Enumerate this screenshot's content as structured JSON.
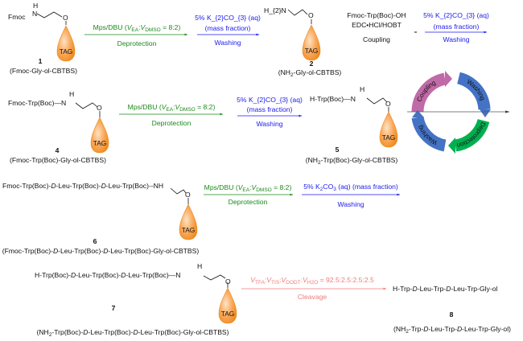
{
  "colors": {
    "green": "#1a8a1a",
    "blue": "#1a1aee",
    "pink": "#f07a7a",
    "tag": "#f7941d",
    "coupling": "#c06aa8",
    "washing": "#4472c4",
    "deprotection": "#00b050"
  },
  "tag_label": "TAG",
  "compounds": {
    "c1": {
      "prefix": "Fmoc",
      "h": "H",
      "n": "N",
      "o": "O",
      "number": "1",
      "name": "(Fmoc-Gly-ol-CBTBS)"
    },
    "c2": {
      "prefix": "H_{2}N",
      "o": "O",
      "number": "2",
      "name": "(NH_{2}-Gly-ol-CBTBS)"
    },
    "c4": {
      "prefix": "Fmoc-Trp(Boc)—N",
      "h": "H",
      "o": "O",
      "number": "4",
      "name": "(Fmoc-Trp(Boc)-Gly-ol-CBTBS)"
    },
    "c5": {
      "prefix": "H-Trp(Boc)—N",
      "h": "H",
      "o": "O",
      "number": "5",
      "name": "(NH_{2}-Trp(Boc)-Gly-ol-CBTBS)"
    },
    "c6": {
      "prefix": "Fmoc-Trp(Boc)-*D*-Leu-Trp(Boc)-*D*-Leu-Trp(Boc)--NH",
      "o": "O",
      "number": "6",
      "name": "(Fmoc-Trp(Boc)-*D*-Leu-Trp(Boc)-*D*-Leu-Trp(Boc)-Gly-ol-CBTBS)"
    },
    "c7": {
      "prefix": "H-Trp(Boc)-*D*-Leu-Trp(Boc)-*D*-Leu-Trp(Boc)—N",
      "h": "H",
      "o": "O",
      "number": "7",
      "name": "(NH_{2}-Trp(Boc)-*D*-Leu-Trp(Boc)-*D*-Leu-Trp(Boc)-Gly-ol-CBTBS)"
    },
    "c8": {
      "formula": "H-Trp-*D*-Leu-Trp-*D*-Leu-Trp-Gly-ol",
      "number": "8",
      "name": "(NH_{2}-Trp-*D*-Leu-Trp-*D*-Leu-Trp-Gly-ol)"
    }
  },
  "steps": {
    "deprotect_reagent": "Mps/DBU (*V*_{EA}:*V*_{DMSO} = 8:2)",
    "deprotect_label": "Deprotection",
    "wash_reagent": "5% K_{2}CO_{3} (aq)",
    "wash_note": "(mass fraction)",
    "wash_reagent_full": "5% K_{2}CO_{3} (aq) (mass fraction)",
    "wash_label": "Washing",
    "couple_reagent1": "Fmoc-Trp(Boc)-OH",
    "couple_reagent2": "EDC•HCl/HOBT",
    "couple_label": "Coupling",
    "cleave_reagent": "*V*_{TFA}:*V*_{TIS}:*V*_{DODT}:*V*_{H2O} = 92.5:2.5:2.5:2.5",
    "cleave_label": "Cleavage"
  },
  "cycle": {
    "coupling": "Coupling",
    "washing_top": "Washing",
    "deprotection": "Deprotection",
    "washing_bottom": "Washing"
  }
}
